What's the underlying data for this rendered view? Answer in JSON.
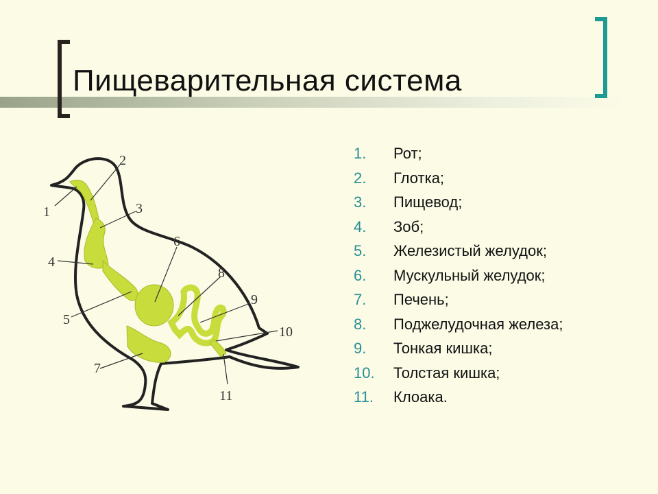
{
  "title": "Пищеварительная система",
  "legend": [
    {
      "num": "1.",
      "label": "Рот;"
    },
    {
      "num": "2.",
      "label": "Глотка;"
    },
    {
      "num": "3.",
      "label": "Пищевод;"
    },
    {
      "num": "4.",
      "label": "Зоб;"
    },
    {
      "num": "5.",
      "label": "Железистый желудок;"
    },
    {
      "num": "6.",
      "label": "Мускульный желудок;"
    },
    {
      "num": "7.",
      "label": "Печень;"
    },
    {
      "num": "8.",
      "label": "Поджелудочная железа;"
    },
    {
      "num": "9.",
      "label": "Тонкая кишка;"
    },
    {
      "num": "10.",
      "label": "Толстая кишка;"
    },
    {
      "num": "11.",
      "label": "Клоака."
    }
  ],
  "diagram_labels": [
    "1",
    "2",
    "3",
    "4",
    "5",
    "6",
    "7",
    "8",
    "9",
    "10",
    "11"
  ],
  "colors": {
    "background": "#fbfbe6",
    "organ_fill": "#c8dc3c",
    "accent": "#1d9a94",
    "bracket": "#2a221e"
  }
}
